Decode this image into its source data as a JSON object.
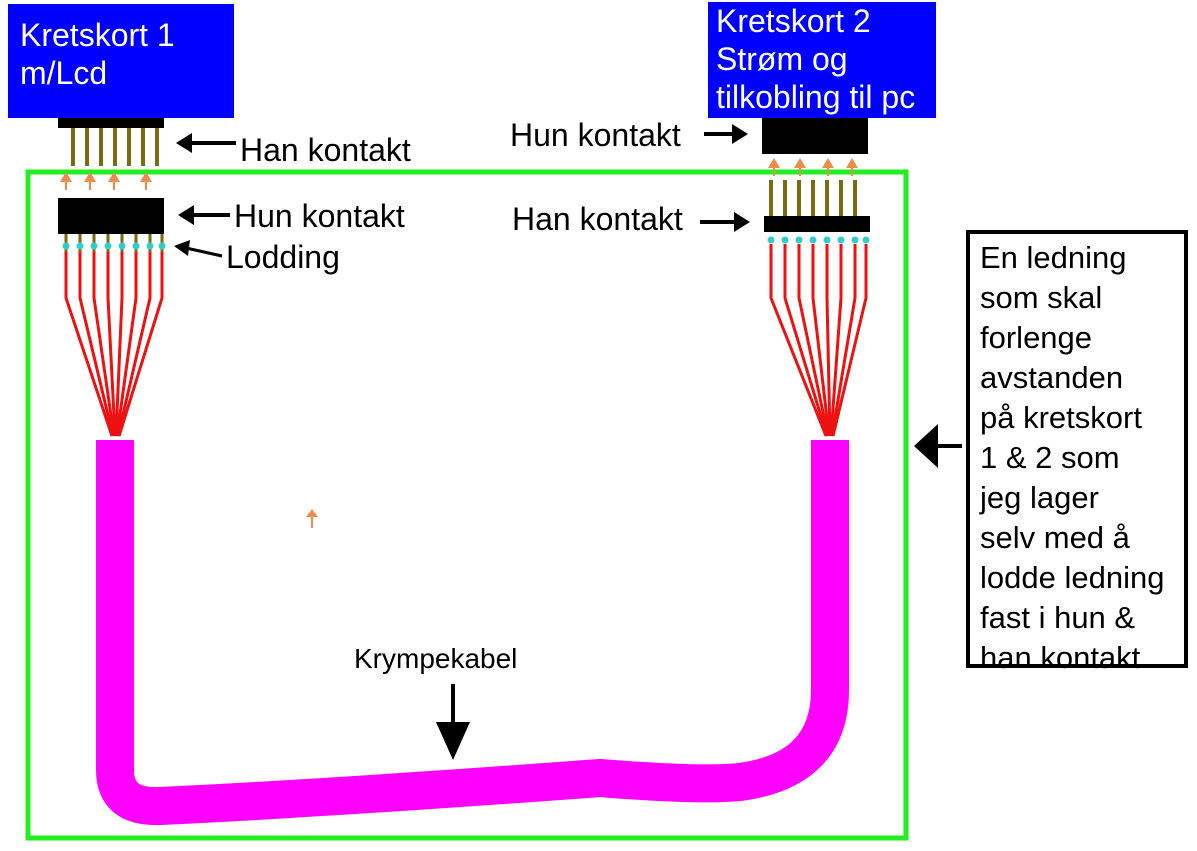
{
  "board1": {
    "lines": [
      "Kretskort 1",
      "m/Lcd"
    ]
  },
  "board2": {
    "lines": [
      "Kretskort 2",
      "Strøm og",
      "tilkobling til pc"
    ]
  },
  "labels": {
    "han_kontakt_left": "Han kontakt",
    "hun_kontakt_left": "Hun kontakt",
    "lodding": "Lodding",
    "hun_kontakt_right": "Hun kontakt",
    "han_kontakt_right": "Han kontakt",
    "krympekabel": "Krympekabel"
  },
  "note": {
    "lines": [
      "En ledning",
      "som skal",
      "forlenge",
      "avstanden",
      "på kretskort",
      "1 & 2 som",
      "jeg lager",
      "selv med å",
      "lodde ledning",
      "fast i hun &",
      "han kontakt.."
    ]
  },
  "colors": {
    "board": "#0000ff",
    "frame": "#22ee22",
    "cable": "#ff00ff",
    "wire": "#ee1111",
    "pin": "#7a6a12",
    "connector": "#000000",
    "solder": "#33cccc",
    "insert_arrow": "#f08a4b"
  }
}
